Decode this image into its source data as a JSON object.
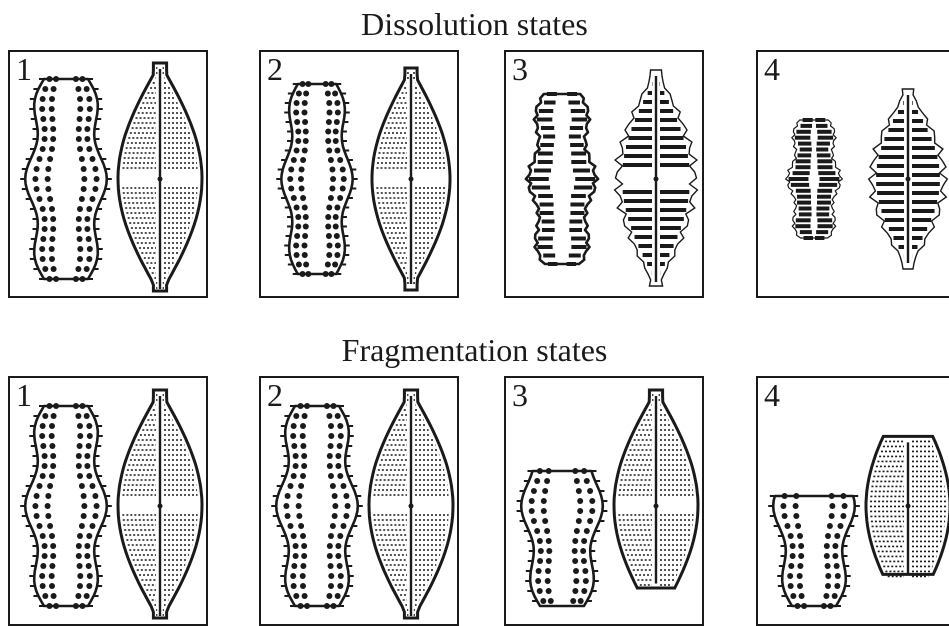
{
  "figure": {
    "rows": [
      {
        "title": "Dissolution states",
        "panels": [
          {
            "label": "1",
            "state": "dissolution"
          },
          {
            "label": "2",
            "state": "dissolution"
          },
          {
            "label": "3",
            "state": "dissolution"
          },
          {
            "label": "4",
            "state": "dissolution"
          }
        ]
      },
      {
        "title": "Fragmentation states",
        "panels": [
          {
            "label": "1",
            "state": "fragmentation"
          },
          {
            "label": "2",
            "state": "fragmentation"
          },
          {
            "label": "3",
            "state": "fragmentation"
          },
          {
            "label": "4",
            "state": "fragmentation"
          }
        ]
      }
    ],
    "colors": {
      "ink": "#1a1a1a",
      "background": "#ffffff"
    }
  }
}
